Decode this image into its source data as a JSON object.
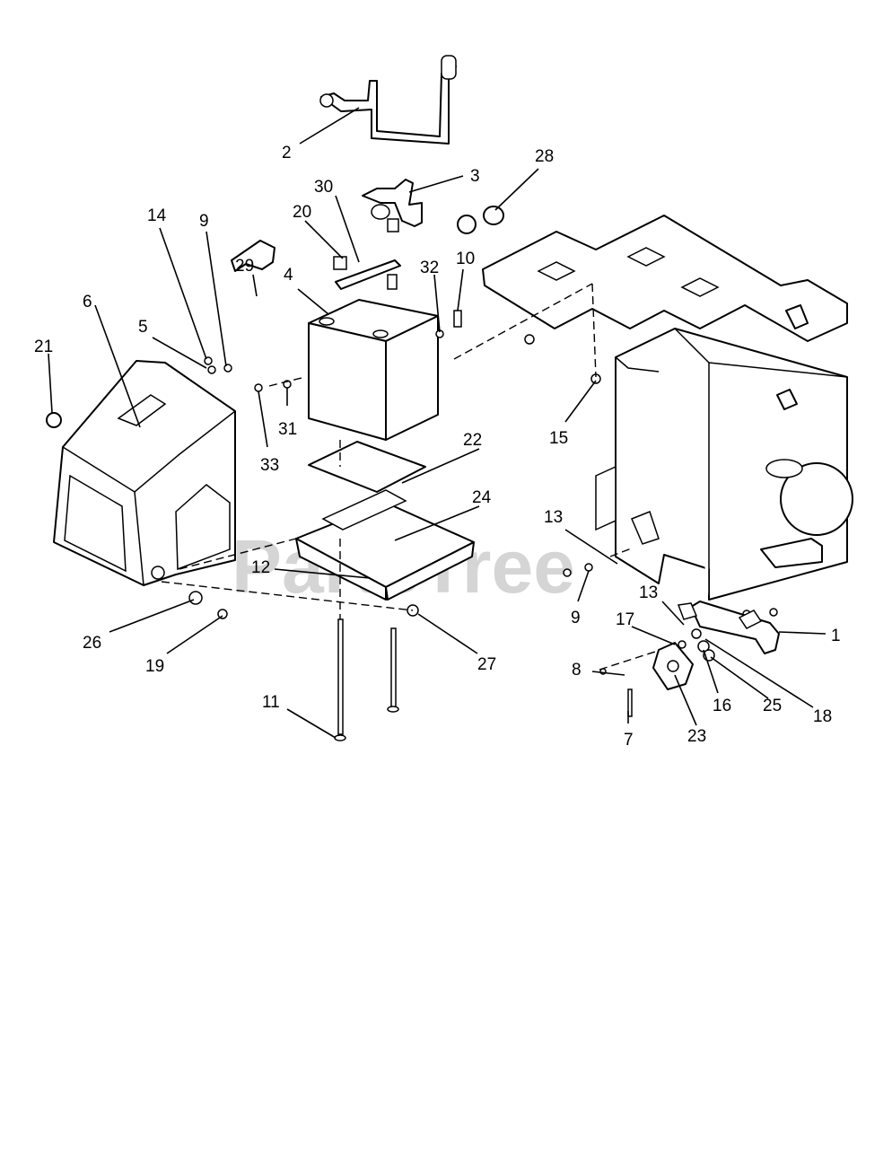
{
  "diagram": {
    "watermark": "PartsTree",
    "watermark_mark": "™",
    "callouts": [
      "1",
      "2",
      "3",
      "4",
      "5",
      "6",
      "7",
      "8",
      "9",
      "9",
      "10",
      "11",
      "12",
      "13",
      "13",
      "14",
      "15",
      "16",
      "17",
      "18",
      "19",
      "20",
      "21",
      "22",
      "23",
      "24",
      "25",
      "26",
      "27",
      "28",
      "29",
      "30",
      "31",
      "32",
      "33"
    ]
  }
}
